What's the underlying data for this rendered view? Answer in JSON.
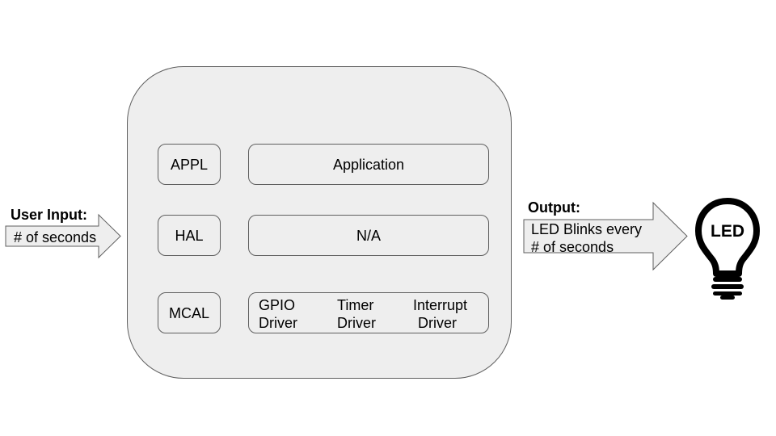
{
  "input": {
    "title": "User Input:",
    "text": "# of seconds"
  },
  "layers": {
    "appl": {
      "label": "APPL",
      "content": "Application"
    },
    "hal": {
      "label": "HAL",
      "content": "N/A"
    },
    "mcal": {
      "label": "MCAL",
      "drivers": [
        {
          "line1": "GPIO",
          "line2": "Driver"
        },
        {
          "line1": "Timer",
          "line2": "Driver"
        },
        {
          "line1": "Interrupt",
          "line2": "Driver"
        }
      ]
    }
  },
  "output": {
    "title": "Output:",
    "line1": "LED Blinks every",
    "line2": "# of seconds"
  },
  "led": {
    "label": "LED"
  },
  "colors": {
    "fill": "#eeeeee",
    "stroke": "#5f5f5f",
    "bulb": "#000000"
  }
}
